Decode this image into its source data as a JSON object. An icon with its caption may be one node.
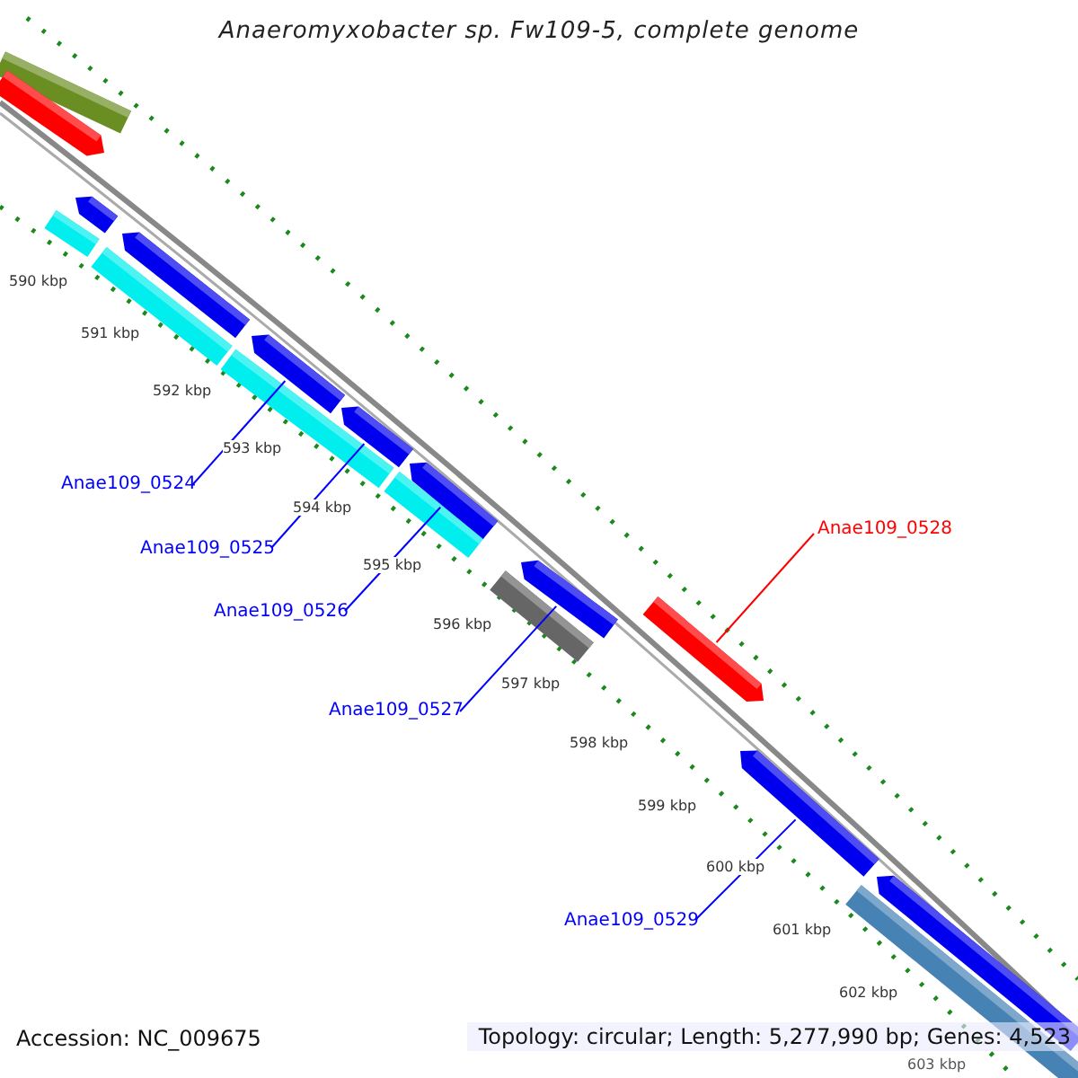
{
  "diagram": {
    "title": "Anaeromyxobacter sp. Fw109-5, complete genome",
    "nodes": [
      {
        "text": [
          "Anae109_0524"
        ]
      },
      {
        "text": [
          "Anae109_0525"
        ]
      },
      {
        "text": [
          "Anae109_0526"
        ]
      },
      {
        "text": [
          "Anae109_0527"
        ]
      },
      {
        "text": [
          "Anae109_0528"
        ]
      },
      {
        "text": [
          "Anae109_0529"
        ]
      },
      {
        "text": [],
        "shape": "bar"
      },
      {
        "text": [],
        "shape": "bar"
      },
      {
        "text": [],
        "shape": "bar"
      },
      {
        "text": [],
        "shape": "bar"
      },
      {
        "text": [],
        "shape": "bar"
      },
      {
        "text": [],
        "shape": "bar"
      }
    ],
    "edges": [
      {
        "from": 0,
        "to": 6,
        "arrow": "none"
      },
      {
        "from": 1,
        "to": 7,
        "arrow": "none"
      },
      {
        "from": 2,
        "to": 8,
        "arrow": "none"
      },
      {
        "from": 3,
        "to": 9,
        "arrow": "none"
      },
      {
        "from": 4,
        "to": 10,
        "arrow": "none",
        "color": "#ff0000"
      },
      {
        "from": 5,
        "to": 11,
        "arrow": "none"
      }
    ],
    "labels": [
      "590 kbp",
      "591 kbp",
      "592 kbp",
      "593 kbp",
      "594 kbp",
      "595 kbp",
      "596 kbp",
      "597 kbp",
      "598 kbp",
      "599 kbp",
      "600 kbp",
      "601 kbp",
      "602 kbp",
      "603 kbp",
      "Accession: NC_009675",
      "Topology: circular; Length: 5,277,990 bp; Genes: 4,523"
    ]
  }
}
